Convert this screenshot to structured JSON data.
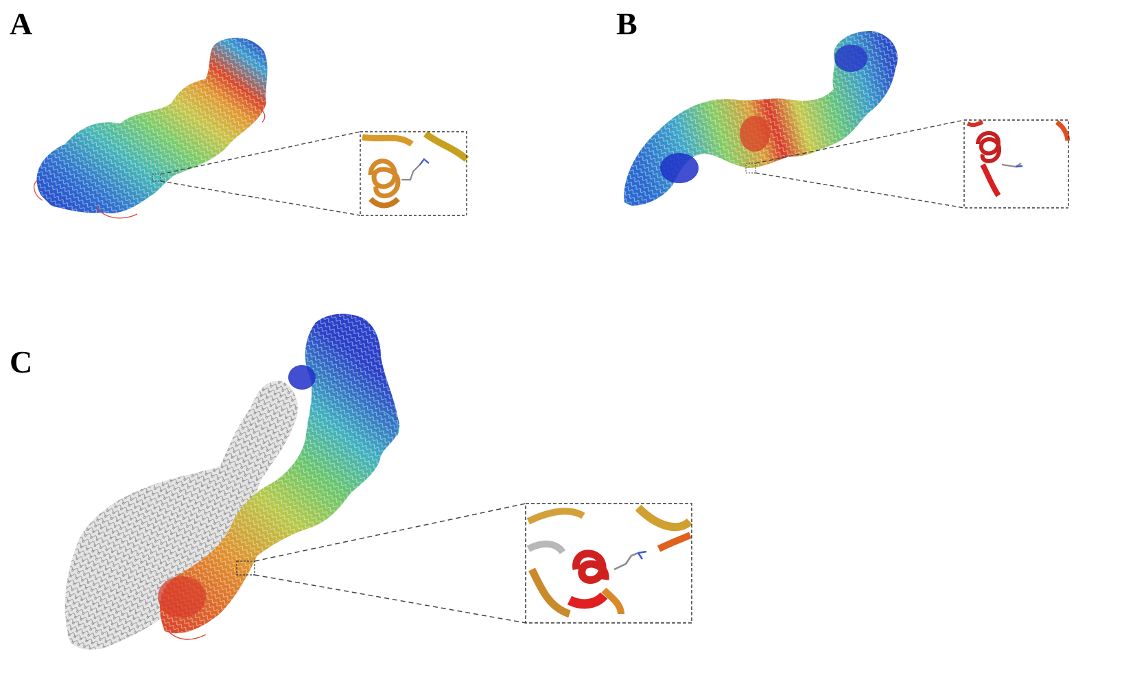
{
  "panels": [
    {
      "label": "A"
    },
    {
      "label": "B"
    },
    {
      "label": "C"
    }
  ],
  "colors": {
    "blue_dark": "#1f2fc8",
    "blue": "#2f6fd0",
    "cyan": "#3fb0c8",
    "green": "#6cc66a",
    "yellow_green": "#b8c84a",
    "gold": "#d4a83a",
    "orange": "#e0862a",
    "red": "#d8302a",
    "grey": "#c8c8c8",
    "inset_border": "#333333",
    "side_chain_blue": "#3a5ad8",
    "side_chain_grey": "#8a8a8a"
  }
}
